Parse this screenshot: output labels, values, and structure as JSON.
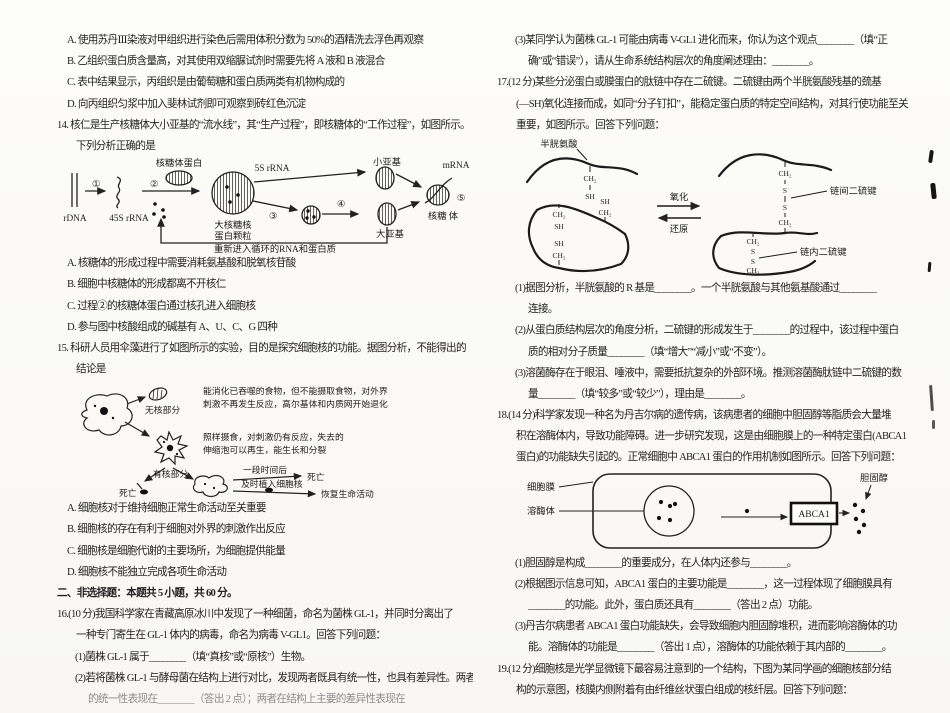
{
  "left": {
    "q13": {
      "opt_a": "A. 使用苏丹Ⅲ染液对甲组织进行染色后需用体积分数为 50%的酒精洗去浮色再观察",
      "opt_b": "B. 乙组织蛋白质含量高，对其使用双缩脲试剂时需要先将 A 液和 B 液混合",
      "opt_c": "C. 表中结果显示，丙组织是由葡萄糖和蛋白质两类有机物构成的",
      "opt_d": "D. 向丙组织匀浆中加入斐林试剂即可观察到砖红色沉淀"
    },
    "q14": {
      "stem1": "14. 核仁是生产核糖体大小亚基的“流水线”，其“生产过程”，即核糖体的“工作过程”，如图所示。",
      "stem2": "下列分析正确的是",
      "opt_a": "A. 核糖体的形成过程中需要消耗氨基酸和脱氧核苷酸",
      "opt_b": "B. 细胞中核糖体的形成都离不开核仁",
      "opt_c": "C. 过程②的核糖体蛋白通过核孔进入细胞核",
      "opt_d": "D. 参与图中核酸组成的碱基有 A、U、C、G 四种",
      "fig": {
        "rdna": "rDNA",
        "step1": "①",
        "rrna45": "45S rRNA",
        "step2": "②",
        "rib_protein": "核糖体蛋白",
        "rrna5": "5S rRNA",
        "particle1": "大核糖核",
        "particle2": "蛋白颗粒",
        "step3": "③",
        "step4": "④",
        "step5": "⑤",
        "small_sub": "小亚基",
        "large_sub": "大亚基",
        "mrna": "mRNA",
        "ribosome": "核糖 体",
        "recycle": "重新进入循环的RNA和蛋白质"
      }
    },
    "q15": {
      "stem1": "15. 科研人员用伞藻进行了如图所示的实验，目的是探究细胞核的功能。据图分析，不能得出的",
      "stem2": "结论是",
      "opt_a": "A. 细胞核对于维持细胞正常生命活动至关重要",
      "opt_b": "B. 细胞核的存在有利于细胞对外界的刺激作出反应",
      "opt_c": "C. 细胞核是细胞代谢的主要场所，为细胞提供能量",
      "opt_d": "D. 细胞核不能独立完成各项生命活动",
      "fig": {
        "anucleate": "无核部分",
        "anucleate_desc1": "能消化已吞噬的食物，但不能摄取食物，对外界",
        "anucleate_desc2": "刺激不再发生反应，高尔基体和内质网开始退化",
        "nucleate": "有核部分",
        "nucleate_desc1": "照样摄食，对刺激仍有反应，失去的",
        "nucleate_desc2": "伸缩泡可以再生，能生长和分裂",
        "death1": "死亡",
        "after_time": "一段时间后",
        "death2": "死亡",
        "implant": "及时植入细胞核",
        "recover": "恢复生命活动"
      }
    },
    "section2": "二、非选择题：本题共 5 小题，共 60 分。",
    "q16": {
      "stem1": "16.(10 分)我国科学家在青藏高原冰川中发现了一种细菌，命名为菌株 GL-1，并同时分离出了",
      "stem2": "一种专门寄生在 GL-1 体内的病毒，命名为病毒 V-GL1。回答下列问题：",
      "sub1": "(1)菌株 GL-1 属于________（填“真核”或“原核”）生物。",
      "sub2a": "(2)若将菌株 GL-1 与酵母菌在结构上进行对比，发现两者既具有统一性，也具有差异性。两者",
      "sub2b": "的统一性表现在________（答出 2 点）；两者在结构上主要的差异性表现在"
    }
  },
  "right": {
    "q16_3": {
      "line1": "(3)某同学认为菌株 GL-1 可能由病毒 V-GL1 进化而来，你认为这个观点________（填“正",
      "line2": "确”或“错误”），请从生命系统结构层次的角度阐述理由：________。"
    },
    "q17": {
      "stem1": "17.(12 分)某些分泌蛋白或膜蛋白的肽链中存在二硫键。二硫键由两个半胱氨酸残基的巯基",
      "stem2": "(—SH)氧化连接而成，如同“分子钉扣”，能稳定蛋白质的特定空间结构，对其行使功能至关",
      "stem3": "重要，如图所示。回答下列问题：",
      "sub1a": "(1)据图分析，半胱氨酸的 R 基是________。一个半胱氨酸与其他氨基酸通过________",
      "sub1b": "连接。",
      "sub2a": "(2)从蛋白质结构层次的角度分析，二硫键的形成发生于________的过程中，该过程中蛋白",
      "sub2b": "质的相对分子质量________（填“增大”“减小”或“不变”）。",
      "sub3a": "(3)溶菌酶存在于眼泪、唾液中，需要抵抗复杂的外部环境。推测溶菌酶肽链中二硫键的数",
      "sub3b": "量________（填“较多”或“较少”），理由是________。",
      "fig": {
        "cysteine": "半胱氨酸",
        "ch2": "CH₂",
        "sh": "SH",
        "s": "S",
        "oxidation": "氧化",
        "reduction": "还原",
        "interchain": "链间二硫键",
        "intrachain": "链内二硫键"
      }
    },
    "q18": {
      "stem1": "18.(14 分)科学家发现一种名为丹吉尔病的遗传病，该病患者的细胞中胆固醇等脂质会大量堆",
      "stem2": "积在溶酶体内，导致功能障碍。进一步研究发现，这是由细胞膜上的一种特定蛋白(ABCA1",
      "stem3": "蛋白)的功能缺失引起的。正常细胞中 ABCA1 蛋白的作用机制如图所示。回答下列问题：",
      "sub1": "(1)胆固醇是构成________的重要成分，在人体内还参与________。",
      "sub2a": "(2)根据图示信息可知，ABCA1 蛋白的主要功能是________，这一过程体现了细胞膜具有",
      "sub2b": "________的功能。此外，蛋白质还具有________（答出 2 点）功能。",
      "sub3a": "(3)丹吉尔病患者 ABCA1 蛋白功能缺失，会导致细胞内胆固醇堆积，进而影响溶酶体的功",
      "sub3b": "能。溶酶体的功能是________（答出 1 点），溶酶体的功能依赖于其内部的________。",
      "fig": {
        "membrane": "细胞膜",
        "lysosome": "溶酶体",
        "protein": "ABCA1",
        "cholesterol": "胆固醇"
      }
    },
    "q19": {
      "stem1": "19.(12 分)细胞核是光学显微镜下最容易注意到的一个结构，下图为某同学画的细胞核部分结",
      "stem2": "构的示意图，核膜内侧附着有由纤维丝状蛋白组成的核纤层。回答下列问题："
    }
  }
}
